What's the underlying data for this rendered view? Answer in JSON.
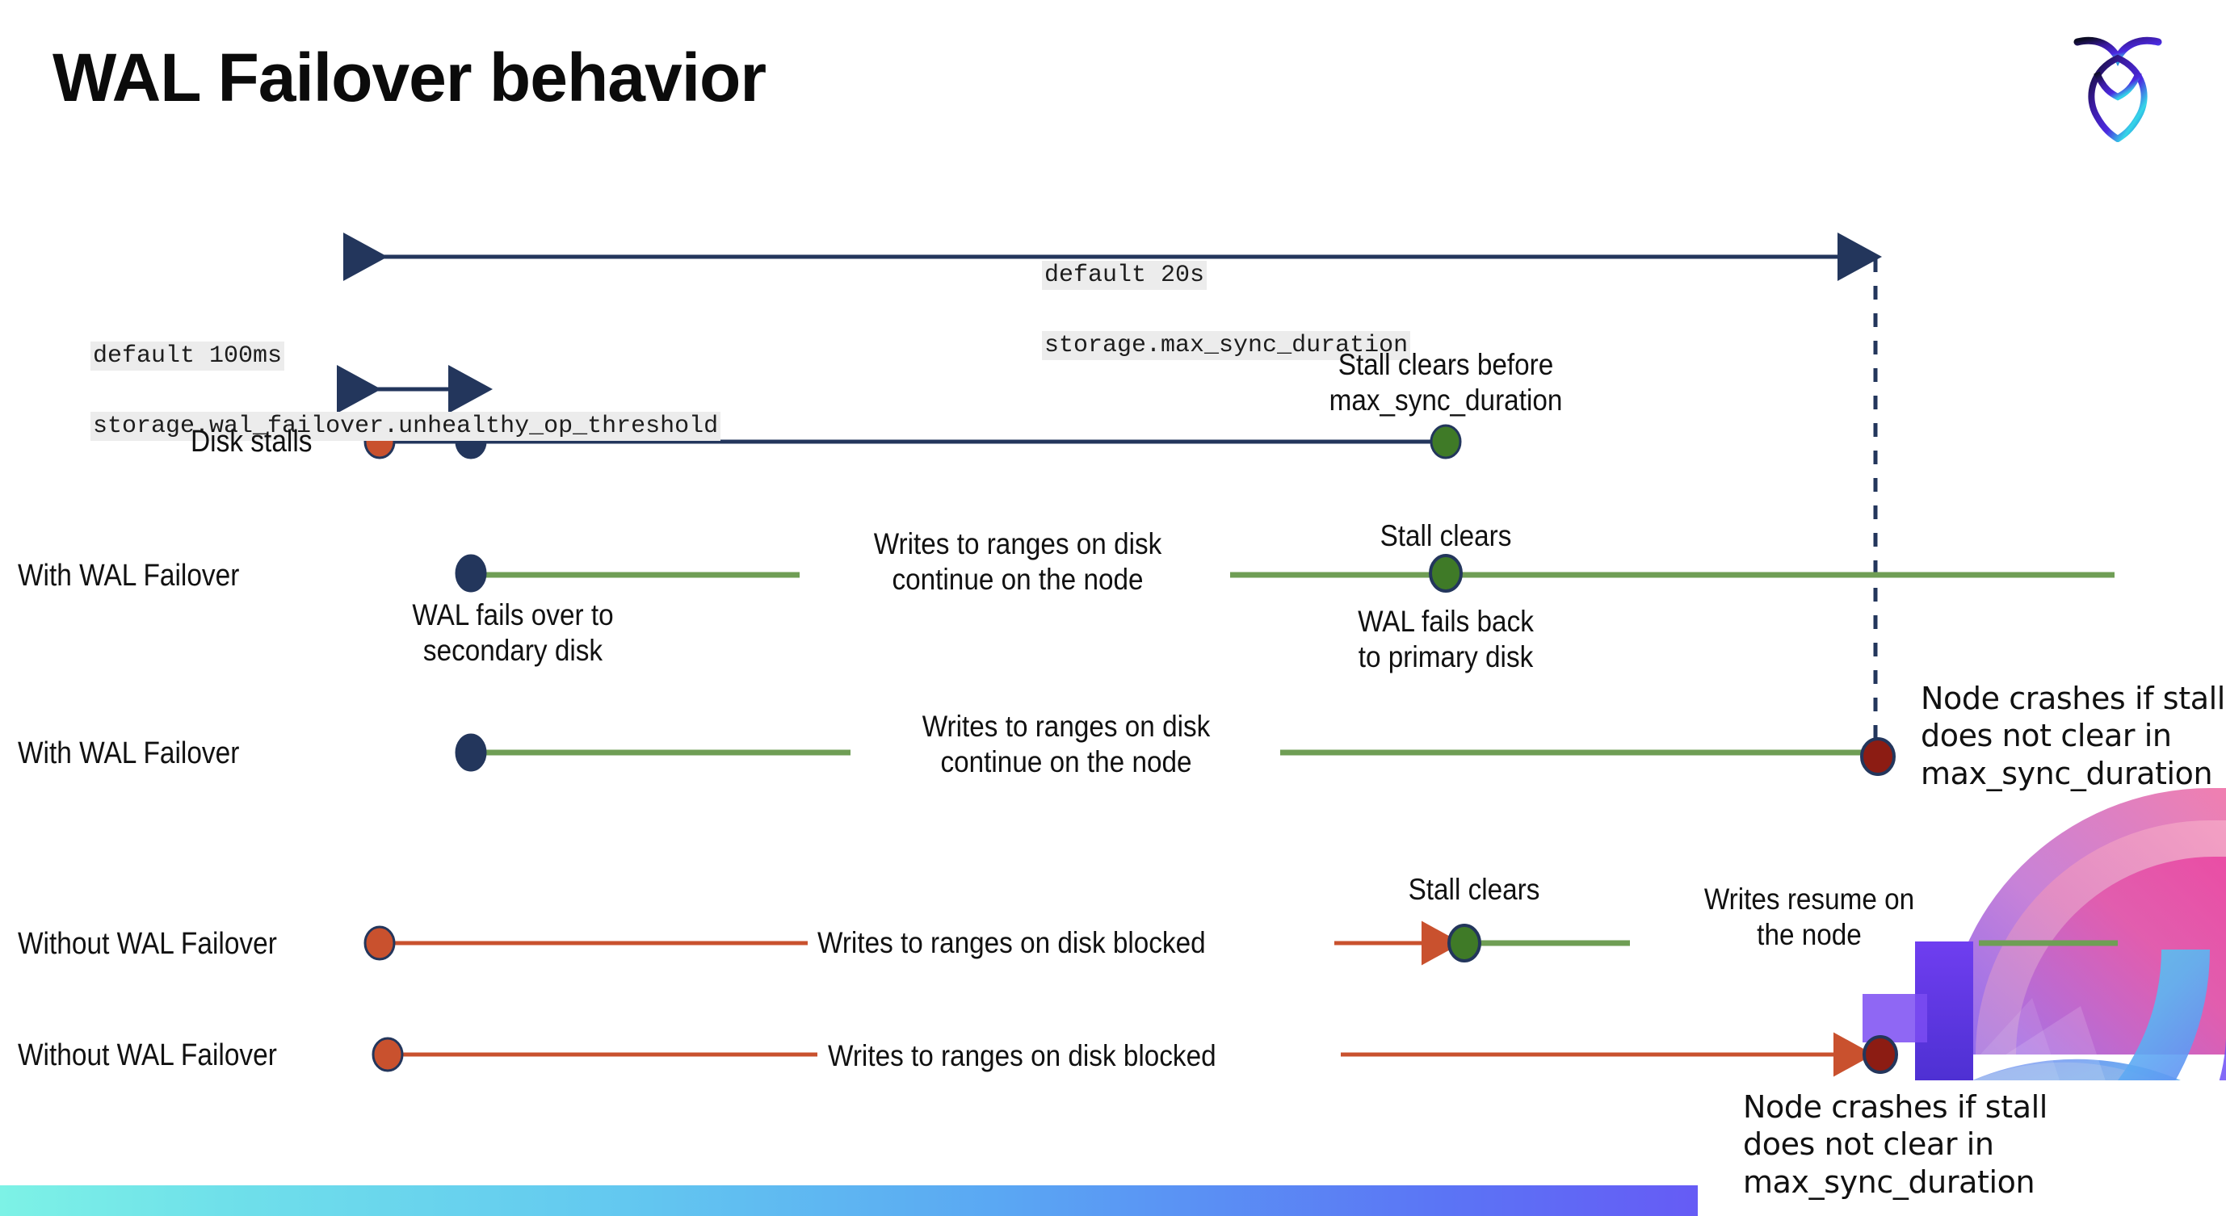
{
  "slide": {
    "title": "WAL Failover behavior",
    "logo_name": "cockroachdb-logo"
  },
  "colors": {
    "navy": "#23365c",
    "green": "#6f9e55",
    "orange": "#c9512e",
    "darkred": "#8c1c13",
    "mono_bg": "#ececec",
    "text": "#111111"
  },
  "settings": {
    "max_sync": {
      "default_line": "default 20s",
      "setting_line": "storage.max_sync_duration"
    },
    "unhealthy_op": {
      "default_line": "default 100ms",
      "setting_line": "storage.wal_failover.unhealthy_op_threshold"
    }
  },
  "rows": [
    {
      "id": "disk-stalls",
      "label": "Disk stalls",
      "notes": [
        {
          "id": "stall-clears-before",
          "text": "Stall clears before\nmax_sync_duration"
        }
      ]
    },
    {
      "id": "with-wal-failover-1",
      "label": "With WAL Failover",
      "notes": [
        {
          "id": "writes-continue-1",
          "text": "Writes to ranges on disk\ncontinue on the node"
        },
        {
          "id": "wal-fails-over",
          "text": "WAL fails over to\nsecondary disk"
        },
        {
          "id": "stall-clears-1",
          "text": "Stall clears"
        },
        {
          "id": "wal-fails-back",
          "text": "WAL fails  back\nto primary disk"
        }
      ]
    },
    {
      "id": "with-wal-failover-2",
      "label": "With WAL Failover",
      "notes": [
        {
          "id": "writes-continue-2",
          "text": "Writes to ranges on disk\ncontinue on the node"
        },
        {
          "id": "node-crashes-1",
          "text": "Node crashes if stall\ndoes not clear in\nmax_sync_duration"
        }
      ]
    },
    {
      "id": "without-wal-failover-1",
      "label": "Without WAL Failover",
      "notes": [
        {
          "id": "writes-blocked-1",
          "text": "Writes to ranges on disk  blocked"
        },
        {
          "id": "stall-clears-2",
          "text": "Stall clears"
        },
        {
          "id": "writes-resume",
          "text": "Writes resume on\nthe node"
        }
      ]
    },
    {
      "id": "without-wal-failover-2",
      "label": "Without WAL Failover",
      "notes": [
        {
          "id": "writes-blocked-2",
          "text": "Writes to ranges on disk  blocked"
        },
        {
          "id": "node-crashes-2",
          "text": "Node crashes if stall\ndoes not clear in\nmax_sync_duration"
        }
      ]
    }
  ],
  "markers": {
    "stall-start-dot": "orange-dot",
    "failover-dot": "navy-dot",
    "stall-clear-dot": "green-dot",
    "crash-dot": "dark-red-dot"
  }
}
